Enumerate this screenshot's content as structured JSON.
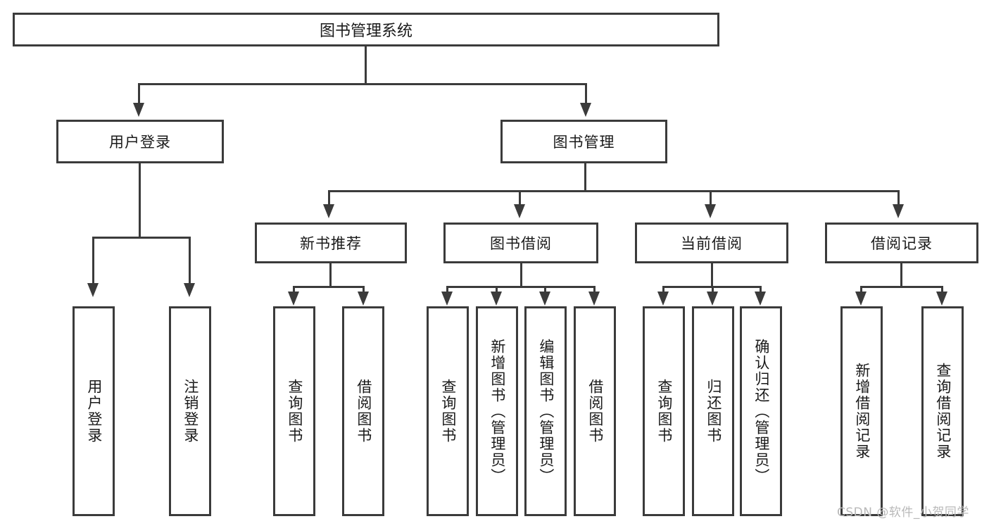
{
  "diagram": {
    "type": "tree",
    "title_node": "图书管理系统",
    "level2": [
      {
        "label": "用户登录"
      },
      {
        "label": "图书管理"
      }
    ],
    "level3": [
      {
        "label": "新书推荐"
      },
      {
        "label": "图书借阅"
      },
      {
        "label": "当前借阅"
      },
      {
        "label": "借阅记录"
      }
    ],
    "leaves": {
      "user_login": [
        {
          "label": "用户登录"
        },
        {
          "label": "注销登录"
        }
      ],
      "new_book_recommend": [
        {
          "label": "查询图书"
        },
        {
          "label": "借阅图书"
        }
      ],
      "book_borrow": [
        {
          "label": "查询图书"
        },
        {
          "label": "新增图书（管理员）"
        },
        {
          "label": "编辑图书（管理员）"
        },
        {
          "label": "借阅图书"
        }
      ],
      "current_borrow": [
        {
          "label": "查询图书"
        },
        {
          "label": "归还图书"
        },
        {
          "label": "确认归还（管理员）"
        }
      ],
      "borrow_record": [
        {
          "label": "新增借阅记录"
        },
        {
          "label": "查询借阅记录"
        }
      ]
    }
  },
  "watermark": {
    "text": "CSDN @软件_小贺同学"
  },
  "colors": {
    "stroke": "#3b3b3b",
    "box_fill": "#ffffff",
    "text": "#1a1a1a",
    "watermark": "#b9b9b9"
  }
}
